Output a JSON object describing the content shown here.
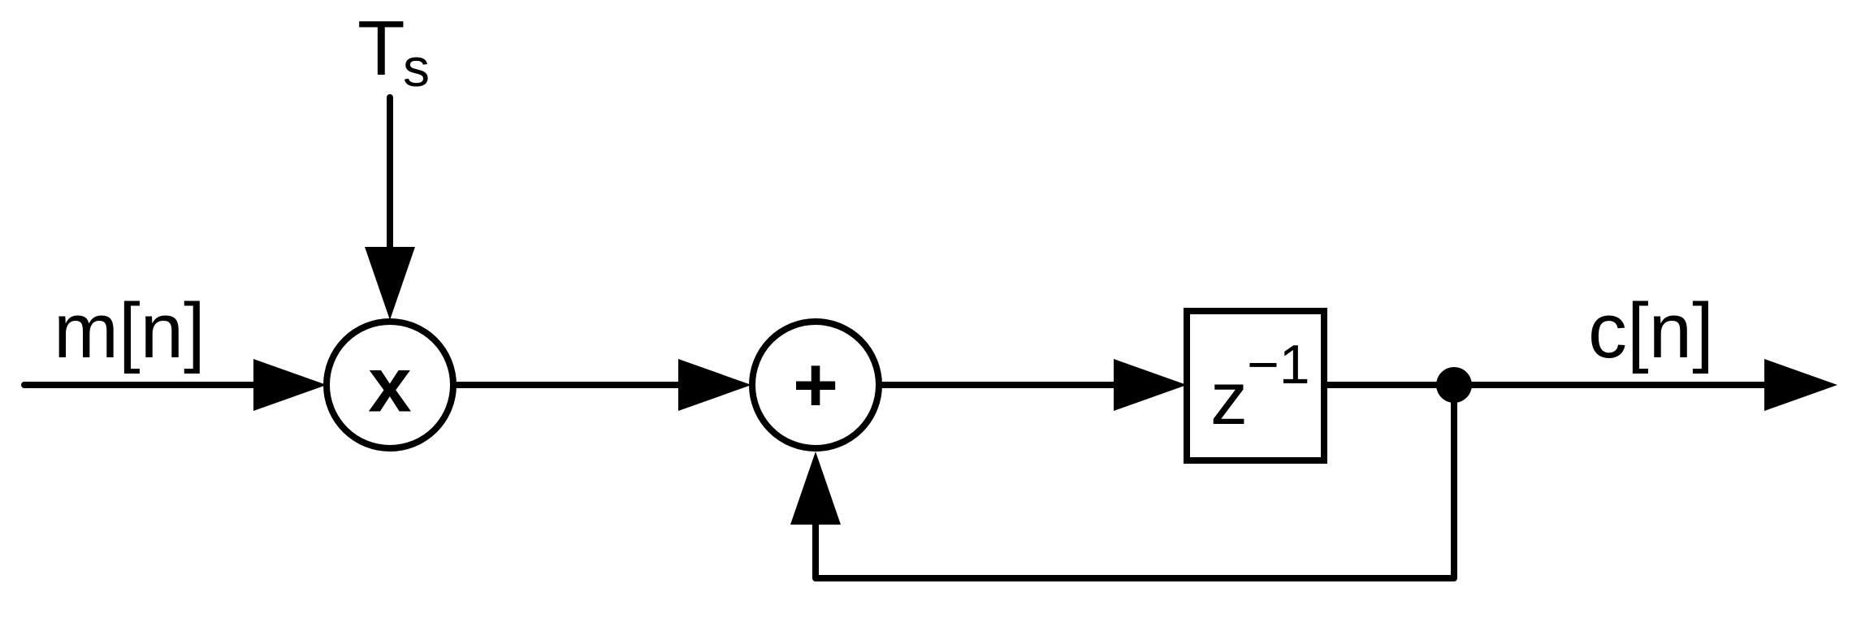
{
  "input_signal": {
    "main": "m[n]"
  },
  "gain": {
    "main": "T",
    "sub": "s"
  },
  "multiplier": {
    "symbol": "x"
  },
  "adder": {
    "symbol": "+"
  },
  "delay": {
    "base": "z",
    "exponent": "−1"
  },
  "output_signal": {
    "main": "c[n]"
  }
}
